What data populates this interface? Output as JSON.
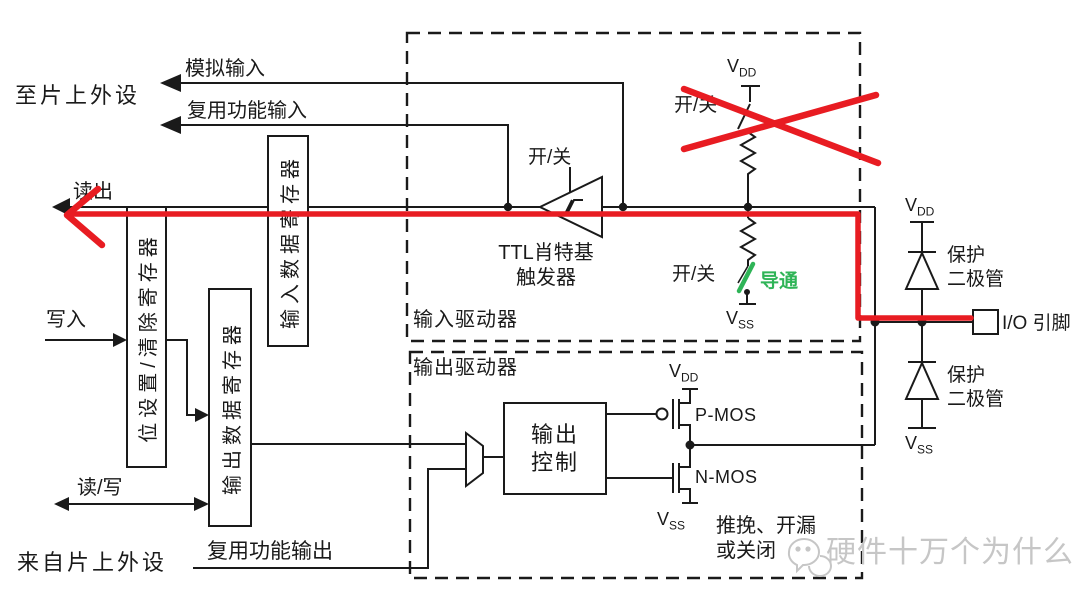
{
  "peripherals": {
    "to_chip": "至片上外设",
    "from_chip": "来自片上外设"
  },
  "signals": {
    "analog_input": "模拟输入",
    "alt_func_input": "复用功能输入",
    "read_out": "读出",
    "write_in": "写入",
    "read_write": "读/写",
    "alt_func_output": "复用功能输出"
  },
  "registers": {
    "input_data": "输入数据寄存器",
    "bit_set_clear": "位设置/清除寄存器",
    "output_data": "输出数据寄存器"
  },
  "input_driver": {
    "title": "输入驱动器",
    "schmitt_line1": "TTL肖特基",
    "schmitt_line2": "触发器",
    "switch_label": "开/关"
  },
  "output_driver": {
    "title": "输出驱动器",
    "control_line1": "输出",
    "control_line2": "控制",
    "pmos": "P-MOS",
    "nmos": "N-MOS",
    "mode_line1": "推挽、开漏",
    "mode_line2": "或关闭"
  },
  "power": {
    "v": "V",
    "dd": "DD",
    "ss": "SS"
  },
  "protection_diode": {
    "line1": "保护",
    "line2": "二极管"
  },
  "io_pin_label": "I/O 引脚",
  "annotations": {
    "conducting": "导通",
    "green_color": "#2FB457",
    "highlight_color": "#E81C22"
  },
  "watermark": {
    "text": "硬件十万个为什么",
    "color": "#C6C6C6"
  }
}
